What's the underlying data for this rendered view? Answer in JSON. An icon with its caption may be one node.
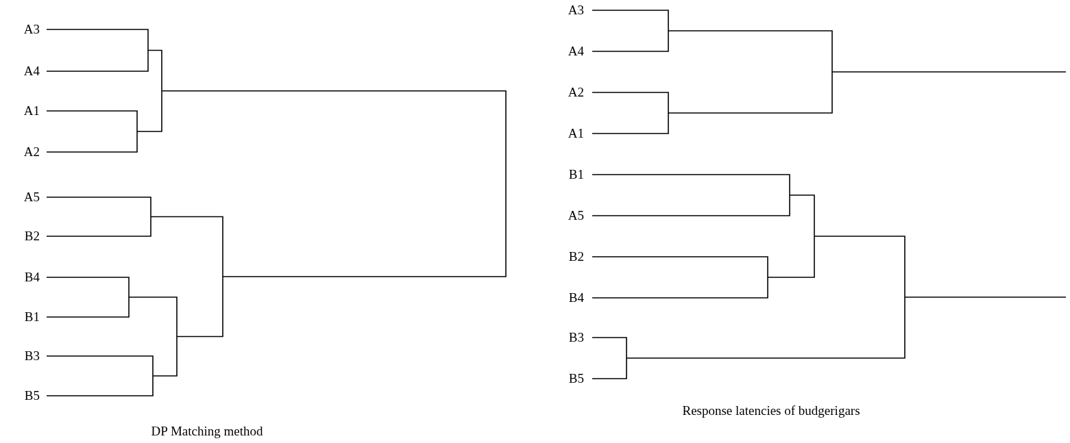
{
  "diagram": {
    "labels": [
      "A3",
      "A4",
      "A1",
      "A2",
      "A5",
      "B2",
      "B4",
      "B1",
      "B3",
      "B5",
      "DP Matching method",
      "A3",
      "A4",
      "A2",
      "A1",
      "B1",
      "A5",
      "B2",
      "B4",
      "B3",
      "B5",
      "Response latencies of budgerigars"
    ]
  }
}
